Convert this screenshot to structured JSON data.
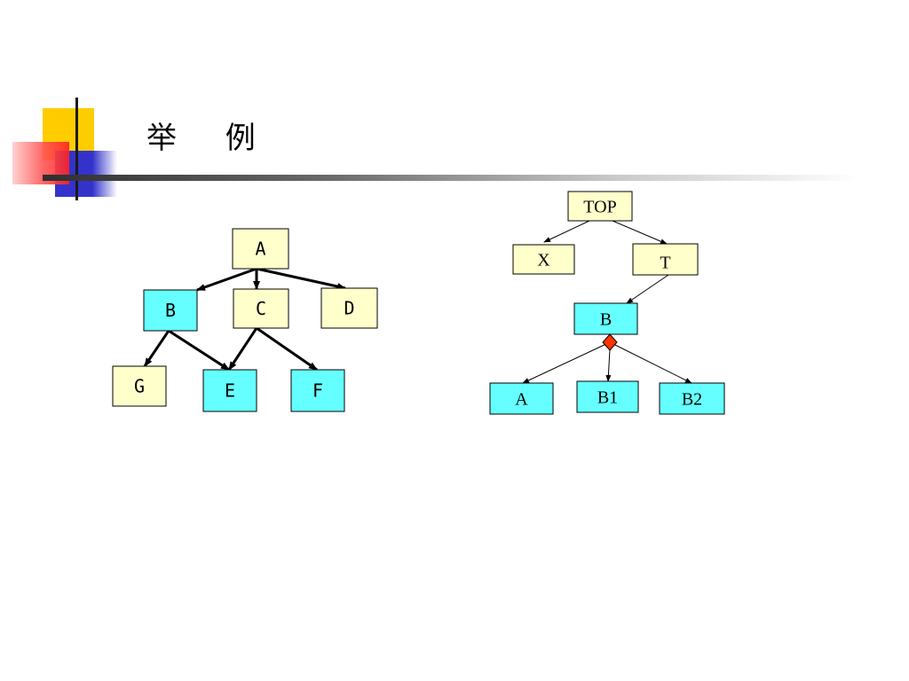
{
  "slide": {
    "title": "举 例"
  },
  "colors": {
    "node_yellow": "#ffffcc",
    "node_cyan": "#66ffff",
    "diamond": "#ff3300",
    "deco_yellow": "#ffcc00",
    "deco_blue": "#3333cc",
    "deco_red": "#ff3333"
  },
  "diagram_left": {
    "nodes": [
      {
        "id": "A",
        "label": "A",
        "fill": "yellow"
      },
      {
        "id": "B",
        "label": "B",
        "fill": "cyan"
      },
      {
        "id": "C",
        "label": "C",
        "fill": "yellow"
      },
      {
        "id": "D",
        "label": "D",
        "fill": "yellow"
      },
      {
        "id": "G",
        "label": "G",
        "fill": "yellow"
      },
      {
        "id": "E",
        "label": "E",
        "fill": "cyan"
      },
      {
        "id": "F",
        "label": "F",
        "fill": "cyan"
      }
    ],
    "edges": [
      {
        "from": "A",
        "to": "B"
      },
      {
        "from": "A",
        "to": "C"
      },
      {
        "from": "A",
        "to": "D"
      },
      {
        "from": "B",
        "to": "G"
      },
      {
        "from": "B",
        "to": "E"
      },
      {
        "from": "C",
        "to": "E"
      },
      {
        "from": "C",
        "to": "F"
      }
    ]
  },
  "diagram_right": {
    "nodes": [
      {
        "id": "TOP",
        "label": "TOP",
        "fill": "yellow"
      },
      {
        "id": "X",
        "label": "X",
        "fill": "yellow"
      },
      {
        "id": "T",
        "label": "T",
        "fill": "yellow"
      },
      {
        "id": "B",
        "label": "B",
        "fill": "cyan"
      },
      {
        "id": "A",
        "label": "A",
        "fill": "cyan"
      },
      {
        "id": "B1",
        "label": "B1",
        "fill": "cyan"
      },
      {
        "id": "B2",
        "label": "B2",
        "fill": "cyan"
      }
    ],
    "edges": [
      {
        "from": "TOP",
        "to": "X"
      },
      {
        "from": "TOP",
        "to": "T"
      },
      {
        "from": "T",
        "to": "B"
      },
      {
        "from": "B",
        "to": "A"
      },
      {
        "from": "B",
        "to": "B1"
      },
      {
        "from": "B",
        "to": "B2"
      }
    ]
  }
}
